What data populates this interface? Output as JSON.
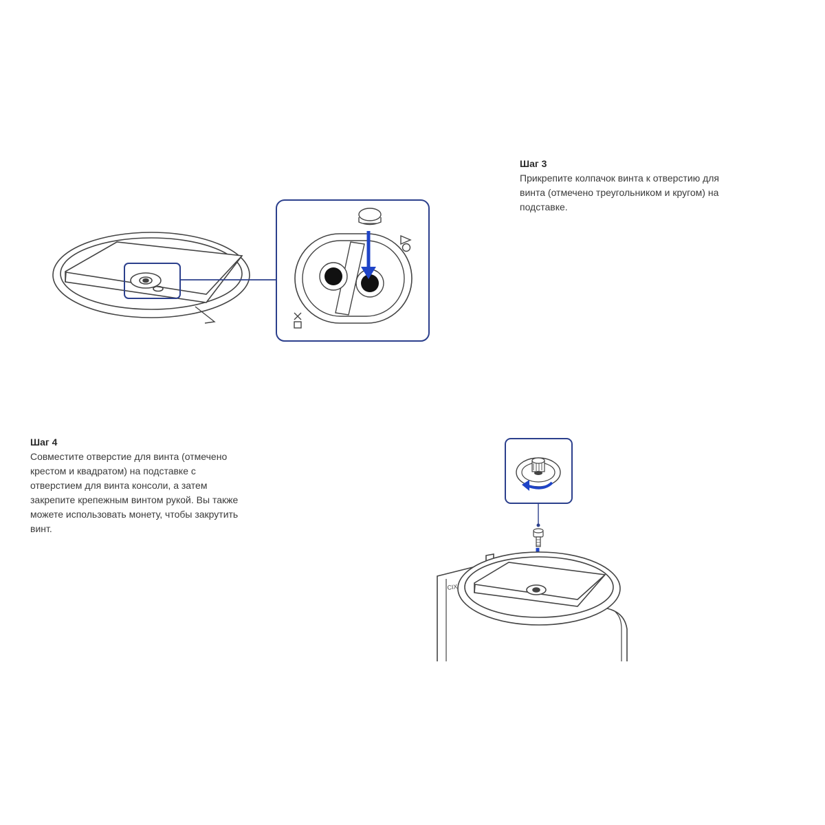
{
  "steps": [
    {
      "title": "Шаг 3",
      "lines": [
        "Прикрепите колпачок винта к отверстию для",
        "винта (отмечено треугольником и кругом) на",
        "подставке."
      ]
    },
    {
      "title": "Шаг 4",
      "lines": [
        "Совместите отверстие для винта (отмечено",
        "крестом и квадратом) на подставке с",
        "отверстием для винта консоли, а затем",
        "закрепите крепежным винтом рукой. Вы также",
        "можете использовать монету, чтобы закрутить",
        "винт."
      ]
    }
  ],
  "colors": {
    "accent": "#1f44c7",
    "frame": "#2b3f8c",
    "line": "#444444"
  },
  "icons": [
    "triangle-circle-symbol-icon",
    "cross-square-symbol-icon",
    "rotate-arrow-icon",
    "down-arrow-icon"
  ]
}
